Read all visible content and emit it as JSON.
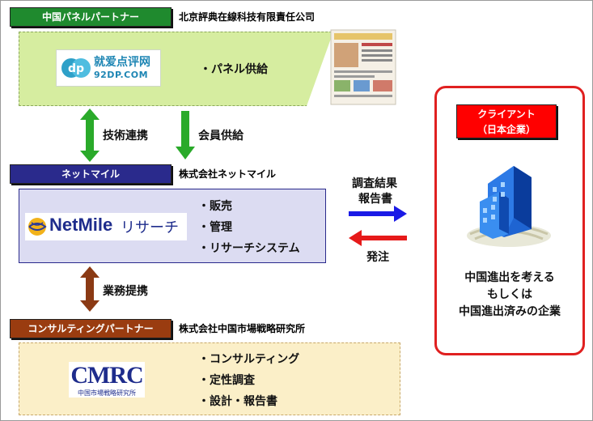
{
  "partners": {
    "panel_partner": {
      "tab": "中国パネルパートナー",
      "company": "北京評典在線科技有限責任公司",
      "logo_text": "就爱点评网",
      "logo_sub": "92DP.COM",
      "logo_mark": "dp",
      "items": [
        "・パネル供給"
      ]
    },
    "netmile": {
      "tab": "ネットマイル",
      "company": "株式会社ネットマイル",
      "logo_text": "NetMile",
      "logo_suffix": "リサーチ",
      "items": [
        "・販売",
        "・管理",
        "・リサーチシステム"
      ]
    },
    "consulting": {
      "tab": "コンサルティングパートナー",
      "company": "株式会社中国市場戦略研究所",
      "logo_text": "CMRC",
      "logo_sub": "中国市場戦略研究所",
      "items": [
        "・コンサルティング",
        "・定性調査",
        "・設計・報告書"
      ]
    }
  },
  "flows": {
    "tech_link": "技術連携",
    "member_supply": "会員供給",
    "business_tieup": "業務提携",
    "result_report_line1": "調査結果",
    "result_report_line2": "報告書",
    "order": "発注"
  },
  "client": {
    "title_line1": "クライアント",
    "title_line2": "（日本企業）",
    "desc_line1": "中国進出を考える",
    "desc_line2": "もしくは",
    "desc_line3": "中国進出済みの企業"
  },
  "colors": {
    "panel_tab": "#1f8a2e",
    "panel_bg": "#d6eda0",
    "netmile_tab": "#2a2a8c",
    "netmile_bg": "#dcdcf2",
    "consult_tab": "#9a3c10",
    "consult_bg": "#fbefc8",
    "client_border": "#e02020",
    "client_tab": "#ff0000",
    "arrow_blue": "#1a1ae6",
    "arrow_red": "#e61a1a",
    "arrow_green": "#2aaa2a",
    "arrow_brown": "#8b3a14"
  }
}
